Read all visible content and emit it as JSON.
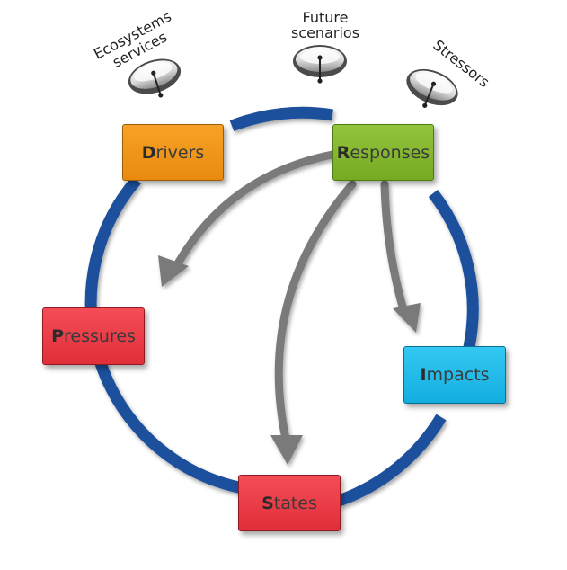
{
  "framework": {
    "drivers": {
      "initial": "D",
      "rest": "rivers"
    },
    "responses": {
      "initial": "R",
      "rest": "esponses"
    },
    "pressures": {
      "initial": "P",
      "rest": "ressures"
    },
    "impacts": {
      "initial": "I",
      "rest": "mpacts"
    },
    "states": {
      "initial": "S",
      "rest": "tates"
    }
  },
  "antenna_labels": {
    "ecosystems_line1": "Ecosystems",
    "ecosystems_line2": "services",
    "future_line1": "Future",
    "future_line2": "scenarios",
    "stressors": "Stressors"
  },
  "icons": [
    "satellite-dish-icon"
  ],
  "colors": {
    "cycle": "#1b4f9c",
    "arrows": "#7a7a7a",
    "drivers": "#f39a1e",
    "responses": "#82b52e",
    "pressures": "#ea3a44",
    "impacts": "#1fbdeb",
    "states": "#ea3a44"
  }
}
